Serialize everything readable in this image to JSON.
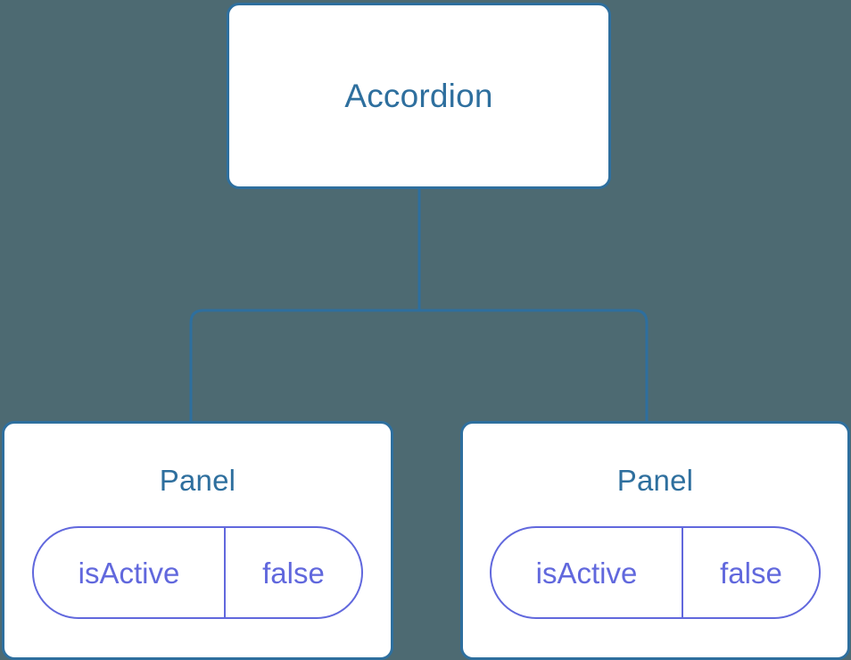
{
  "diagram": {
    "type": "component-tree",
    "background_color": "#4d6a72",
    "node_border_color": "#2e6f9e",
    "node_fill_color": "#ffffff",
    "node_title_color": "#2e6f9e",
    "edge_color": "#2e6f9e",
    "prop_color": "#6168dd",
    "root": {
      "title": "Accordion"
    },
    "children": [
      {
        "title": "Panel",
        "props": [
          {
            "key": "isActive",
            "value": "false"
          }
        ]
      },
      {
        "title": "Panel",
        "props": [
          {
            "key": "isActive",
            "value": "false"
          }
        ]
      }
    ]
  }
}
